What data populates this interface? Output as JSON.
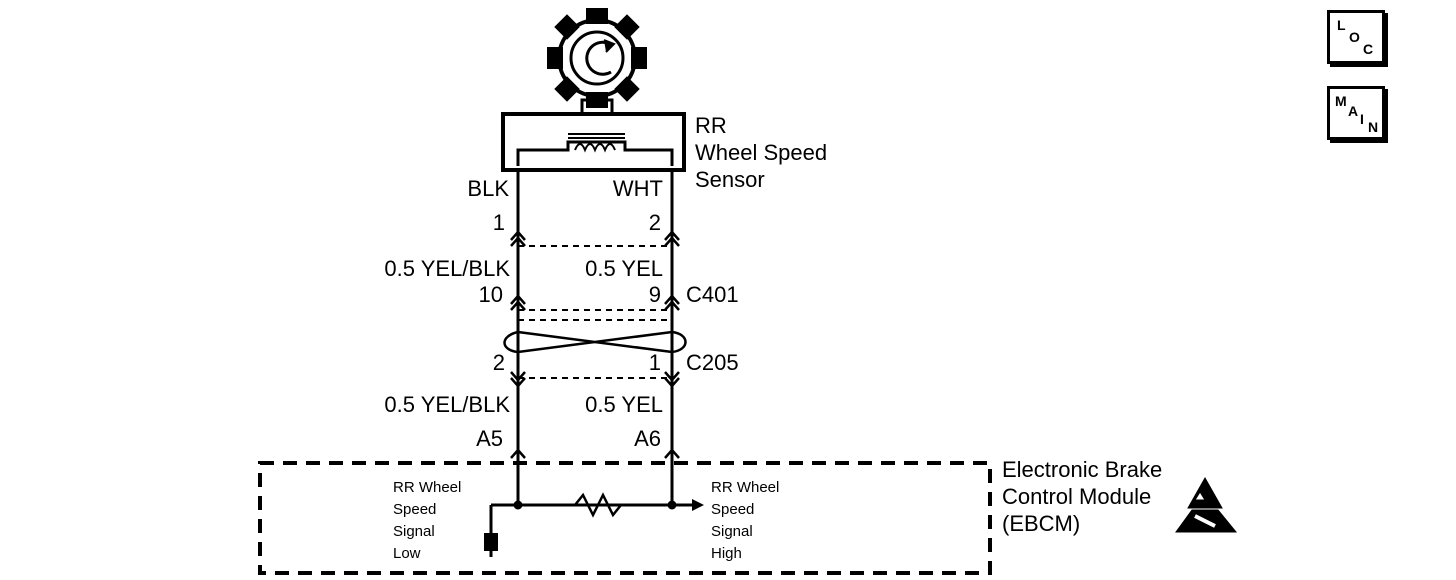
{
  "sensor": {
    "name_lines": [
      "RR",
      "Wheel Speed",
      "Sensor"
    ],
    "left_color": "BLK",
    "right_color": "WHT",
    "left_pin": "1",
    "right_pin": "2"
  },
  "harness_upper": {
    "left_wire": "0.5 YEL/BLK",
    "right_wire": "0.5 YEL",
    "left_pin": "10",
    "right_pin": "9",
    "connector": "C401"
  },
  "harness_lower": {
    "left_pin": "2",
    "right_pin": "1",
    "connector": "C205",
    "left_wire": "0.5 YEL/BLK",
    "right_wire": "0.5 YEL",
    "left_terminal": "A5",
    "right_terminal": "A6"
  },
  "module": {
    "name_lines": [
      "Electronic Brake",
      "Control Module",
      "(EBCM)"
    ],
    "low_signal_lines": [
      "RR Wheel",
      "Speed",
      "Signal",
      "Low"
    ],
    "high_signal_lines": [
      "RR Wheel",
      "Speed",
      "Signal",
      "High"
    ]
  },
  "nav": {
    "loc": {
      "l": "L",
      "o": "O",
      "c": "C"
    },
    "main": {
      "m": "M",
      "a": "A",
      "i": "I",
      "n": "N"
    }
  }
}
